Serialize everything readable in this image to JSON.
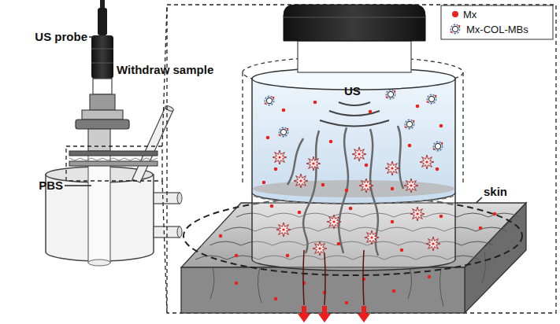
{
  "diagram": {
    "labels": [
      "US probe",
      "Withdraw sample",
      "PBS",
      "US",
      "skin"
    ],
    "legend": [
      {
        "text": "Mx",
        "color": "#e8231f"
      },
      {
        "text": "Mx-COL-MBs"
      }
    ]
  }
}
